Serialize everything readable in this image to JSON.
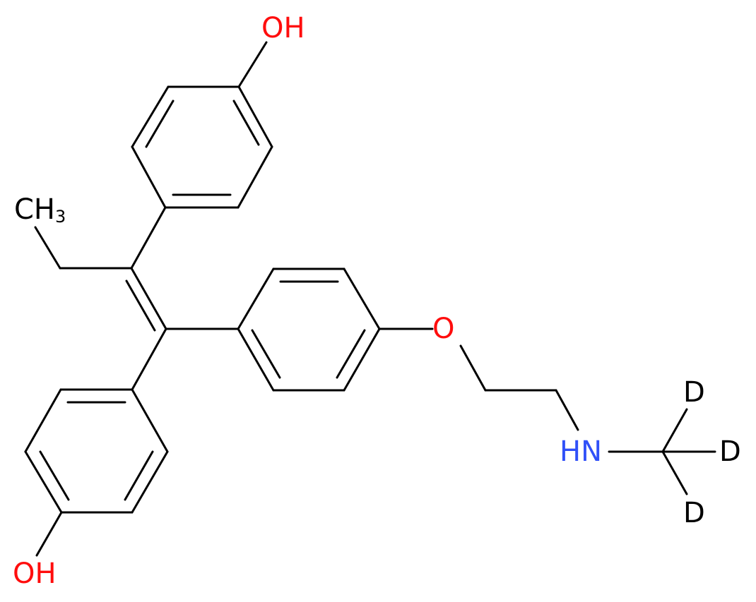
{
  "colors": {
    "background": "#ffffff",
    "bond": "#000000",
    "carbon": "#000000",
    "oxygen": "#ff0d0d",
    "nitrogen": "#3050f8",
    "deuterium": "#000000"
  },
  "atoms": {
    "oh_top": "OH",
    "ch3_main": "CH",
    "ch3_sub": "3",
    "ether_o": "O",
    "hn": "HN",
    "d1": "D",
    "d2": "D",
    "d3": "D",
    "oh_bottom": "OH"
  }
}
